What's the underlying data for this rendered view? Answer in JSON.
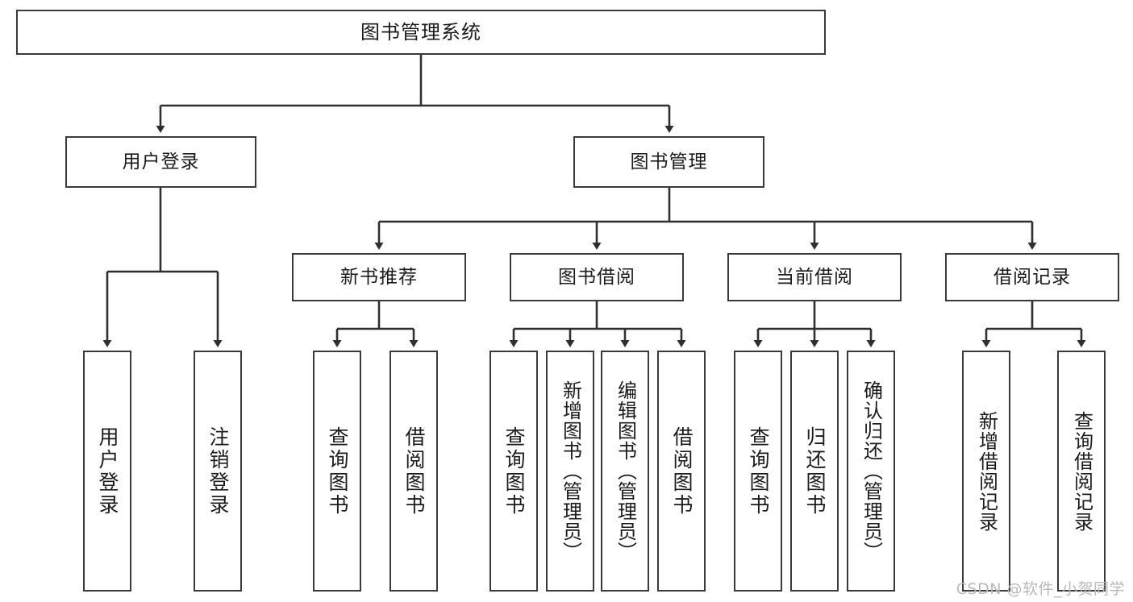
{
  "diagram": {
    "title_label": "图书管理系统",
    "watermark": "CSDN @软件_小贺同学",
    "colors": {
      "box_border": "#3a3a3a",
      "edge": "#2f2f2f",
      "text": "#1b1b1b",
      "watermark": "#b9b9b9"
    },
    "level2": [
      {
        "label": "用户登录"
      },
      {
        "label": "图书管理"
      }
    ],
    "level3": [
      {
        "label": "新书推荐"
      },
      {
        "label": "图书借阅"
      },
      {
        "label": "当前借阅"
      },
      {
        "label": "借阅记录"
      }
    ],
    "leaves": [
      {
        "label": "用户登录"
      },
      {
        "label": "注销登录"
      },
      {
        "label": "查询图书"
      },
      {
        "label": "借阅图书"
      },
      {
        "label": "查询图书"
      },
      {
        "label": "新增图书（管理员）"
      },
      {
        "label": "编辑图书（管理员）"
      },
      {
        "label": "借阅图书"
      },
      {
        "label": "查询图书"
      },
      {
        "label": "归还图书"
      },
      {
        "label": "确认归还（管理员）"
      },
      {
        "label": "新增借阅记录"
      },
      {
        "label": "查询借阅记录"
      }
    ]
  }
}
